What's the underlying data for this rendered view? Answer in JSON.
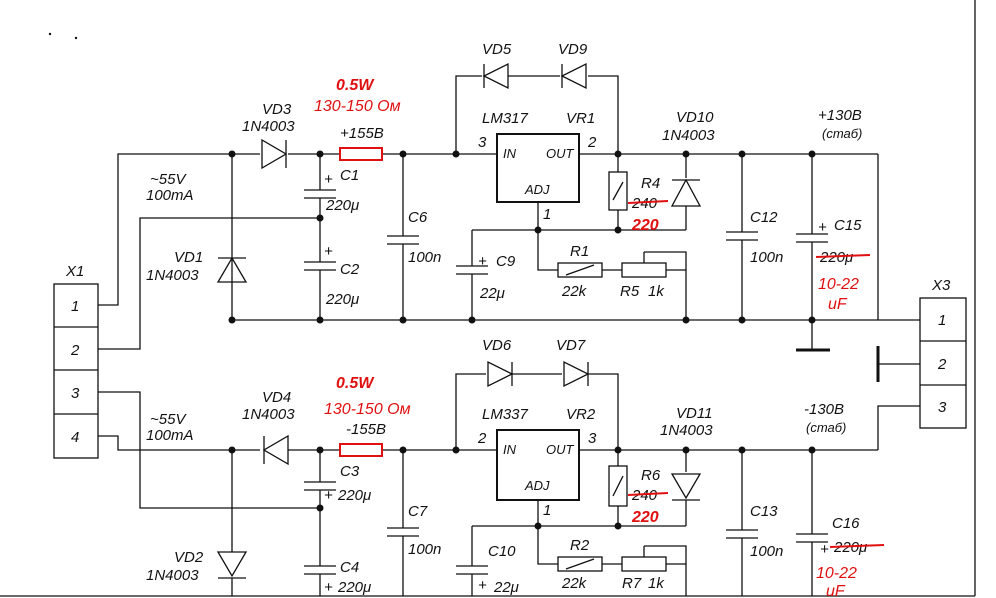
{
  "connectors": {
    "x1": {
      "name": "X1",
      "pins": [
        "1",
        "2",
        "3",
        "4"
      ]
    },
    "x3": {
      "name": "X3",
      "pins": [
        "1",
        "2",
        "3"
      ]
    }
  },
  "top": {
    "input": {
      "voltage": "~55V",
      "current": "100mA"
    },
    "vd3": {
      "ref": "VD3",
      "part": "1N4003"
    },
    "vd1": {
      "ref": "VD1",
      "part": "1N4003"
    },
    "rail_resistor": {
      "power": "0.5W",
      "value": "130-150 Ом",
      "voltage": "+155В"
    },
    "c1": {
      "ref": "C1",
      "value": "220μ",
      "plus": "+"
    },
    "c2": {
      "ref": "C2",
      "value": "220μ",
      "plus": "+"
    },
    "c6": {
      "ref": "C6",
      "value": "100n"
    },
    "vd5": {
      "ref": "VD5"
    },
    "vd9": {
      "ref": "VD9"
    },
    "reg": {
      "part": "LM317",
      "ref": "VR1",
      "in": "IN",
      "out": "OUT",
      "adj": "ADJ",
      "pin_in": "3",
      "pin_out": "2",
      "pin_adj": "1"
    },
    "c9": {
      "ref": "C9",
      "value": "22μ",
      "plus": "+"
    },
    "r1": {
      "ref": "R1",
      "value": "22k"
    },
    "r5": {
      "ref": "R5",
      "value": "1k"
    },
    "r4": {
      "ref": "R4",
      "old": "240",
      "new": "220"
    },
    "vd10": {
      "ref": "VD10",
      "part": "1N4003"
    },
    "c12": {
      "ref": "C12",
      "value": "100n"
    },
    "c15": {
      "ref": "C15",
      "old": "220μ",
      "new_range": "10-22",
      "new_unit": "uF",
      "plus": "+"
    },
    "output": {
      "voltage": "+130В",
      "note": "(стаб)"
    }
  },
  "bottom": {
    "input": {
      "voltage": "~55V",
      "current": "100mA"
    },
    "vd4": {
      "ref": "VD4",
      "part": "1N4003"
    },
    "vd2": {
      "ref": "VD2",
      "part": "1N4003"
    },
    "rail_resistor": {
      "power": "0.5W",
      "value": "130-150 Ом",
      "voltage": "-155В"
    },
    "c3": {
      "ref": "C3",
      "value": "220μ",
      "plus": "+"
    },
    "c4": {
      "ref": "C4",
      "value": "220μ",
      "plus": "+"
    },
    "c7": {
      "ref": "C7",
      "value": "100n"
    },
    "vd6": {
      "ref": "VD6"
    },
    "vd7": {
      "ref": "VD7"
    },
    "reg": {
      "part": "LM337",
      "ref": "VR2",
      "in": "IN",
      "out": "OUT",
      "adj": "ADJ",
      "pin_in": "2",
      "pin_out": "3",
      "pin_adj": "1"
    },
    "c10": {
      "ref": "C10",
      "value": "22μ",
      "plus": "+"
    },
    "r2": {
      "ref": "R2",
      "value": "22k"
    },
    "r7": {
      "ref": "R7",
      "value": "1k"
    },
    "r6": {
      "ref": "R6",
      "old": "240",
      "new": "220"
    },
    "vd11": {
      "ref": "VD11",
      "part": "1N4003"
    },
    "c13": {
      "ref": "C13",
      "value": "100n"
    },
    "c16": {
      "ref": "C16",
      "old": "220μ",
      "new_range": "10-22",
      "new_unit": "uF",
      "plus": "+"
    },
    "output": {
      "voltage": "-130В",
      "note": "(стаб)"
    }
  },
  "colors": {
    "wire": "#111111",
    "correction": "#e01010",
    "background": "#ffffff"
  }
}
